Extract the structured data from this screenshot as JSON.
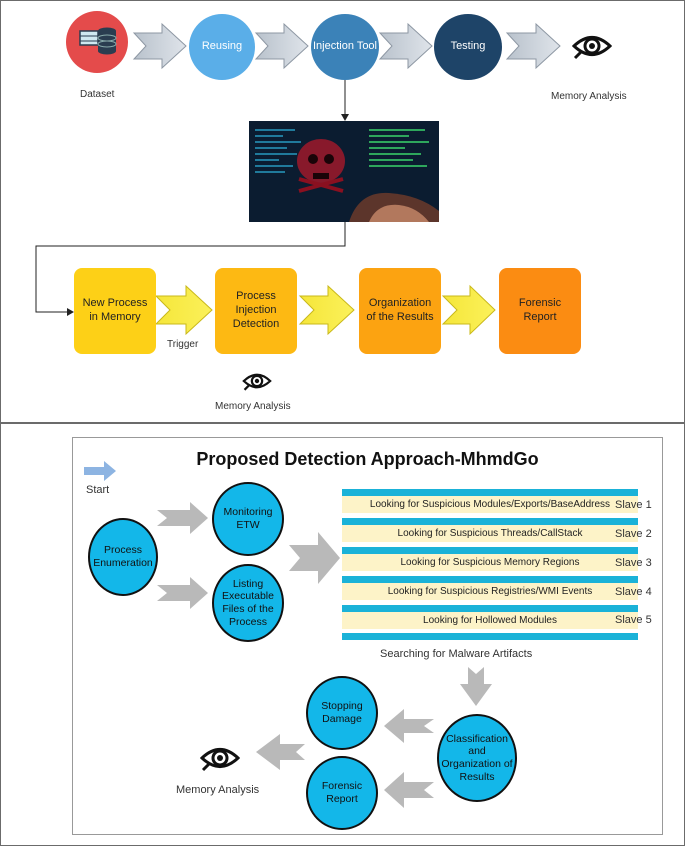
{
  "top": {
    "dataset_label": "Dataset",
    "reusing": "Reusing",
    "injection_tool": "Injection Tool",
    "testing": "Testing",
    "memory_analysis_top": "Memory Analysis",
    "new_process": "New Process in Memory",
    "trigger": "Trigger",
    "process_injection_detection": "Process Injection Detection",
    "organization": "Organization of the Results",
    "forensic_report": "Forensic Report",
    "memory_analysis_bottom": "Memory Analysis"
  },
  "bottom": {
    "title": "Proposed Detection Approach-MhmdGo",
    "start": "Start",
    "process_enumeration": "Process Enumeration",
    "monitoring_etw": "Monitoring ETW",
    "listing_files": "Listing Executable Files of the Process",
    "slaves": [
      {
        "text": "Looking for Suspicious Modules/Exports/BaseAddress",
        "label": "Slave 1"
      },
      {
        "text": "Looking for Suspicious Threads/CallStack",
        "label": "Slave 2"
      },
      {
        "text": "Looking for Suspicious Memory Regions",
        "label": "Slave 3"
      },
      {
        "text": "Looking for Suspicious Registries/WMI Events",
        "label": "Slave 4"
      },
      {
        "text": "Looking for Hollowed Modules",
        "label": "Slave 5"
      }
    ],
    "searching": "Searching for Malware Artifacts",
    "stopping_damage": "Stopping Damage",
    "classification": "Classification and Organization of Results",
    "forensic_report": "Forensic Report",
    "memory_analysis": "Memory Analysis"
  },
  "icons": {
    "eye": "eye-icon",
    "database": "database-icon",
    "hacker_image": "hacker-image",
    "arrow": "arrow-icon"
  },
  "colors": {
    "reusing": "#5aaee8",
    "injection_tool": "#3b82b8",
    "testing": "#1e4468",
    "yellow1": "#fdd017",
    "yellow2": "#fdb913",
    "yellow3": "#fca311",
    "yellow4": "#fb8c12",
    "cyan": "#13b7e9"
  }
}
